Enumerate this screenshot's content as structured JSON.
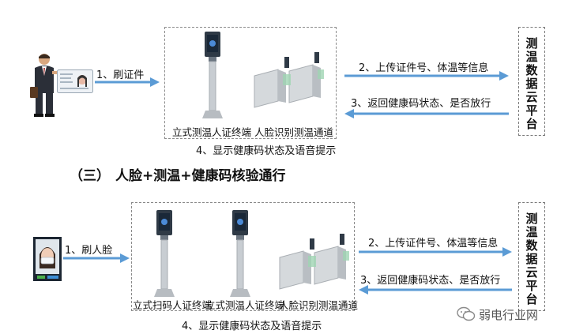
{
  "section1": {
    "step1": "1、刷证件",
    "step2": "2、上传证件号、体温等信息",
    "step3": "3、返回健康码状态、是否放行",
    "step4": "4、显示健康码状态及语音提示",
    "device_labels": [
      "立式测温人证终端",
      "人脸识别测温通道"
    ],
    "cloud_chars": [
      "测",
      "温",
      "数",
      "据",
      "云",
      "平",
      "台"
    ]
  },
  "section_heading": {
    "number": "（三）",
    "title": "人脸+测温+健康码核验通行"
  },
  "section2": {
    "step1": "1、刷人脸",
    "step2": "2、上传证件号、体温等信息",
    "step3": "3、返回健康码状态、是否放行",
    "step4": "4、显示健康码状态及语音提示",
    "device_labels": [
      "立式扫码人证终端",
      "立式测温人证终端",
      "人脸识别测温通道"
    ],
    "cloud_chars": [
      "测",
      "温",
      "数",
      "据",
      "云",
      "平",
      "台"
    ]
  },
  "watermark": "弱电行业网",
  "colors": {
    "arrow": "#5b9bd5",
    "dash": "#8a8a8a",
    "terminal_gray": "#c8cdd2"
  }
}
